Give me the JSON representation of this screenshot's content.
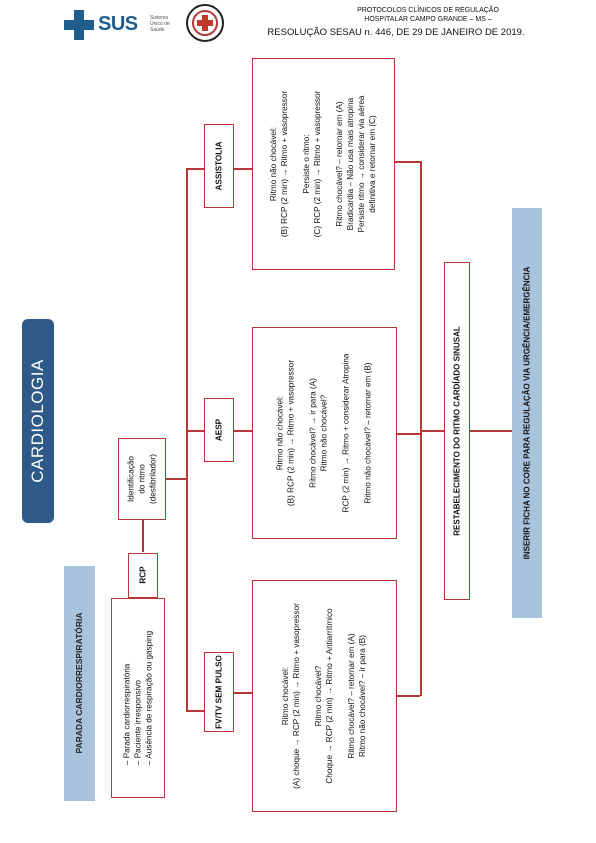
{
  "header": {
    "logo_text": "SUS",
    "logo_sub": "Sistema Único de Saúde",
    "line1": "PROTOCOLOS CLÍNICOS DE REGULAÇÃO",
    "line2": "HOSPITALAR CAMPO GRANDE – MS –",
    "line3": "RESOLUÇÃO SESAU n. 446, DE 29 DE JANEIRO DE 2019."
  },
  "title": "CARDIOLOGIA",
  "section": "PARADA CARDIORRESPIRATÓRIA",
  "signs": [
    "– Parada cardiorrespiratória",
    "– Paciente irresponsivo",
    "– Ausência de respiração ou gasping"
  ],
  "rcp": "RCP",
  "identification": [
    "Identificação",
    "do ritmo",
    "(desfibrilador)"
  ],
  "branches": {
    "fv": {
      "label": "FV/TV SEM PULSO",
      "lines": [
        "Ritmo chocável:",
        "(A) choque → RCP (2 min) → Ritmo + vasopressor",
        "",
        "Ritmo chocável?",
        "Choque → RCP (2 min) → Ritmo + Antiarrítmico",
        "",
        "Ritmo chocável? – retornar em (A)",
        "Ritmo não chocável? – ir para (B)"
      ]
    },
    "aesp": {
      "label": "AESP",
      "lines": [
        "Ritmo não chocável:",
        "(B) RCP (2 min) → Ritmo + vasopressor",
        "",
        "Ritmo chocável? → ir para (A)",
        "Ritmo não chocável?",
        "",
        "RCP (2 min) → Ritmo + considerar Atropina",
        "",
        "Ritmo não chocável? – retornar em (B)"
      ]
    },
    "assistolia": {
      "label": "ASSISTOLIA",
      "lines": [
        "Ritmo não chocável:",
        "(B) RCP (2 min) → Ritmo + vasopressor",
        "",
        "Persiste o ritmo:",
        "(C) RCP (2 min) → Ritmo + vasopressor",
        "",
        "Ritmo chocável? – retornar em (A)",
        "Bradicardia – Não usa mais atropina",
        "Persiste ritmo → considerar via aérea",
        "definitiva e retornar em (C)"
      ]
    }
  },
  "restore": "RESTABELECIMENTO DO RITMO CARDÍADO SINUSAL",
  "final": "INSERIR FICHA NO CORE PARA REGULAÇÃO VIA URGÊNCIA/EMERGÊNCIA"
}
